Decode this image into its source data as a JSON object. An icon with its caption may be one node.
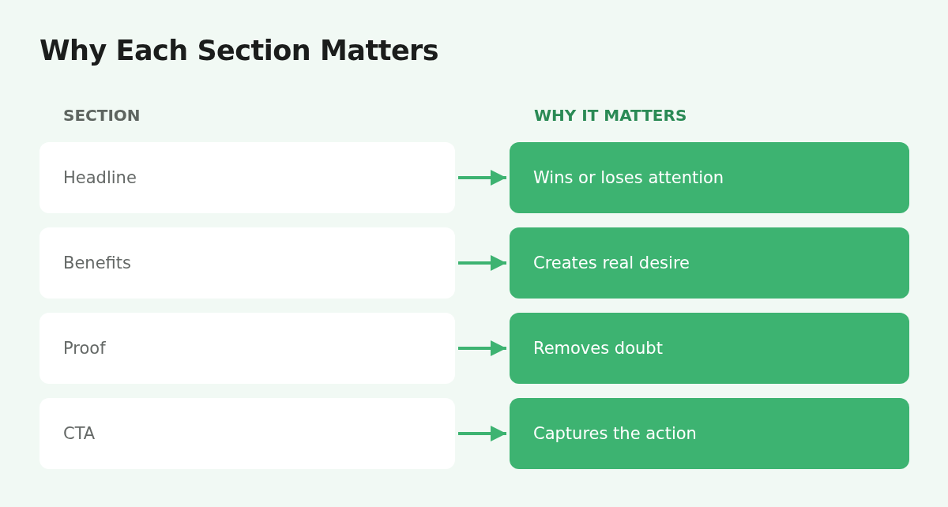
{
  "diagram": {
    "title": "Why Each Section Matters",
    "nodes": [
      {
        "text": [
          "Headline"
        ]
      },
      {
        "text": [
          "Wins or loses attention"
        ]
      },
      {
        "text": [
          "Benefits"
        ]
      },
      {
        "text": [
          "Creates real desire"
        ]
      },
      {
        "text": [
          "Proof"
        ]
      },
      {
        "text": [
          "Removes doubt"
        ]
      },
      {
        "text": [
          "CTA"
        ]
      },
      {
        "text": [
          "Captures the action"
        ]
      }
    ],
    "edges": [
      {
        "from": 0,
        "to": 1,
        "arrow": "to"
      },
      {
        "from": 2,
        "to": 3,
        "arrow": "to"
      },
      {
        "from": 4,
        "to": 5,
        "arrow": "to"
      },
      {
        "from": 6,
        "to": 7,
        "arrow": "to"
      }
    ],
    "labels": [
      "SECTION",
      "WHY IT MATTERS"
    ]
  }
}
